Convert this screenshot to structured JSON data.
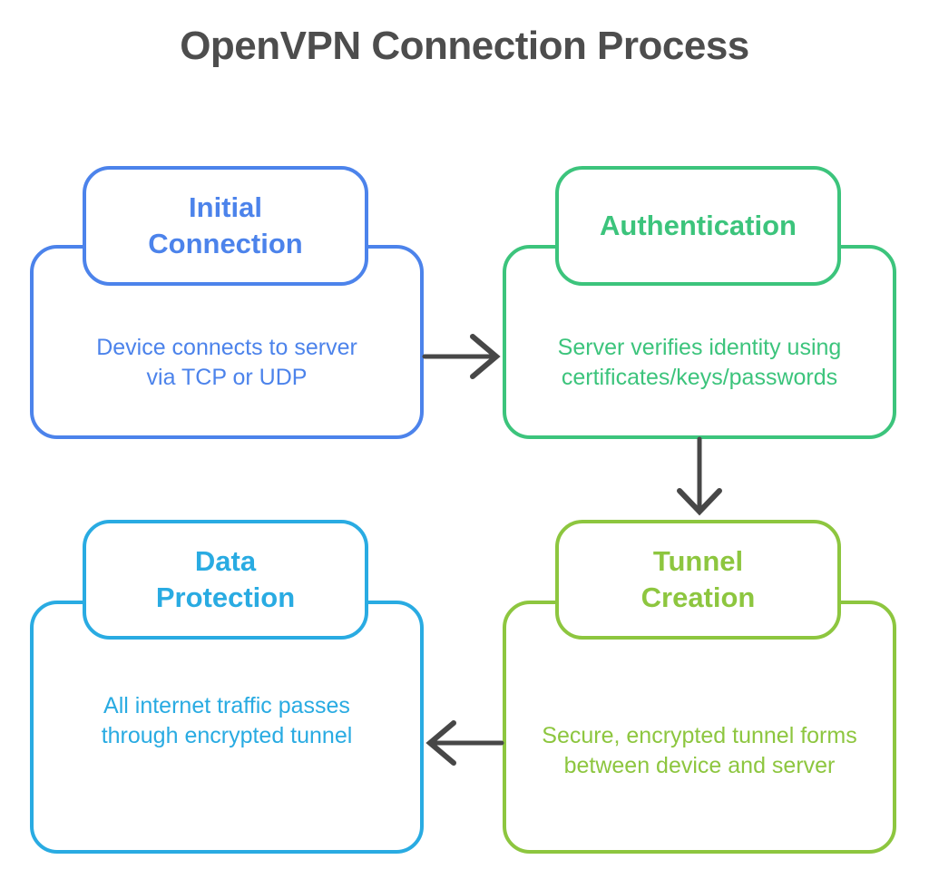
{
  "title": "OpenVPN Connection Process",
  "colors": {
    "title_text": "#4d4d4d",
    "arrow": "#474747",
    "background": "#ffffff",
    "blue": "#4c83eb",
    "green": "#3cc47c",
    "olive": "#8dc63f",
    "cyan": "#29abe2"
  },
  "steps": [
    {
      "name": "initial-connection",
      "title": "Initial\nConnection",
      "body": "Device connects to server\nvia TCP or UDP",
      "color": "#4c83eb"
    },
    {
      "name": "authentication",
      "title": "Authentication",
      "body": "Server verifies identity using\ncertificates/keys/passwords",
      "color": "#3cc47c"
    },
    {
      "name": "tunnel-creation",
      "title": "Tunnel\nCreation",
      "body": "Secure, encrypted tunnel forms\nbetween device and server",
      "color": "#8dc63f"
    },
    {
      "name": "data-protection",
      "title": "Data\nProtection",
      "body": "All internet traffic passes\nthrough encrypted tunnel",
      "color": "#29abe2"
    }
  ],
  "arrows": [
    {
      "name": "arrow-initial-to-authentication",
      "direction": "right"
    },
    {
      "name": "arrow-authentication-to-tunnel",
      "direction": "down"
    },
    {
      "name": "arrow-tunnel-to-data-protection",
      "direction": "left"
    }
  ]
}
